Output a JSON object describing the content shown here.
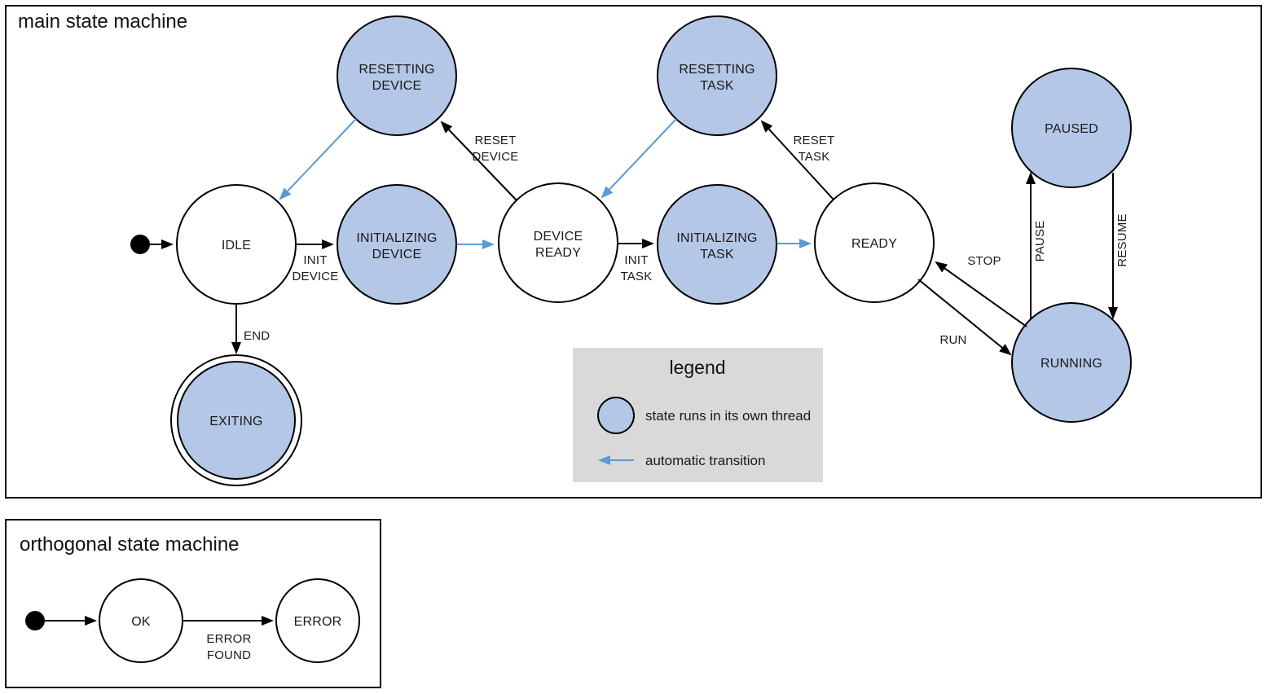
{
  "colors": {
    "thread_fill": "#b4c7e7",
    "auto_arrow": "#5b9bd5",
    "legend_bg": "#d9d9d9",
    "stroke": "#000000"
  },
  "main": {
    "title": "main state machine",
    "states": {
      "idle": {
        "lines": [
          "IDLE"
        ]
      },
      "resetting_device": {
        "lines": [
          "RESETTING",
          "DEVICE"
        ]
      },
      "initializing_device": {
        "lines": [
          "INITIALIZING",
          "DEVICE"
        ]
      },
      "device_ready": {
        "lines": [
          "DEVICE",
          "READY"
        ]
      },
      "resetting_task": {
        "lines": [
          "RESETTING",
          "TASK"
        ]
      },
      "initializing_task": {
        "lines": [
          "INITIALIZING",
          "TASK"
        ]
      },
      "ready": {
        "lines": [
          "READY"
        ]
      },
      "paused": {
        "lines": [
          "PAUSED"
        ]
      },
      "running": {
        "lines": [
          "RUNNING"
        ]
      },
      "exiting": {
        "lines": [
          "EXITING"
        ]
      }
    },
    "transitions": {
      "init_device": [
        "INIT",
        "DEVICE"
      ],
      "reset_device": [
        "RESET",
        "DEVICE"
      ],
      "init_task": [
        "INIT",
        "TASK"
      ],
      "reset_task": [
        "RESET",
        "TASK"
      ],
      "end": [
        "END"
      ],
      "stop": [
        "STOP"
      ],
      "run": [
        "RUN"
      ],
      "pause": [
        "PAUSE"
      ],
      "resume": [
        "RESUME"
      ]
    }
  },
  "legend": {
    "title": "legend",
    "thread_label": "state runs in its own thread",
    "auto_label": "automatic transition"
  },
  "orthogonal": {
    "title": "orthogonal state machine",
    "states": {
      "ok": {
        "lines": [
          "OK"
        ]
      },
      "error": {
        "lines": [
          "ERROR"
        ]
      }
    },
    "transitions": {
      "error_found": [
        "ERROR",
        "FOUND"
      ]
    }
  }
}
